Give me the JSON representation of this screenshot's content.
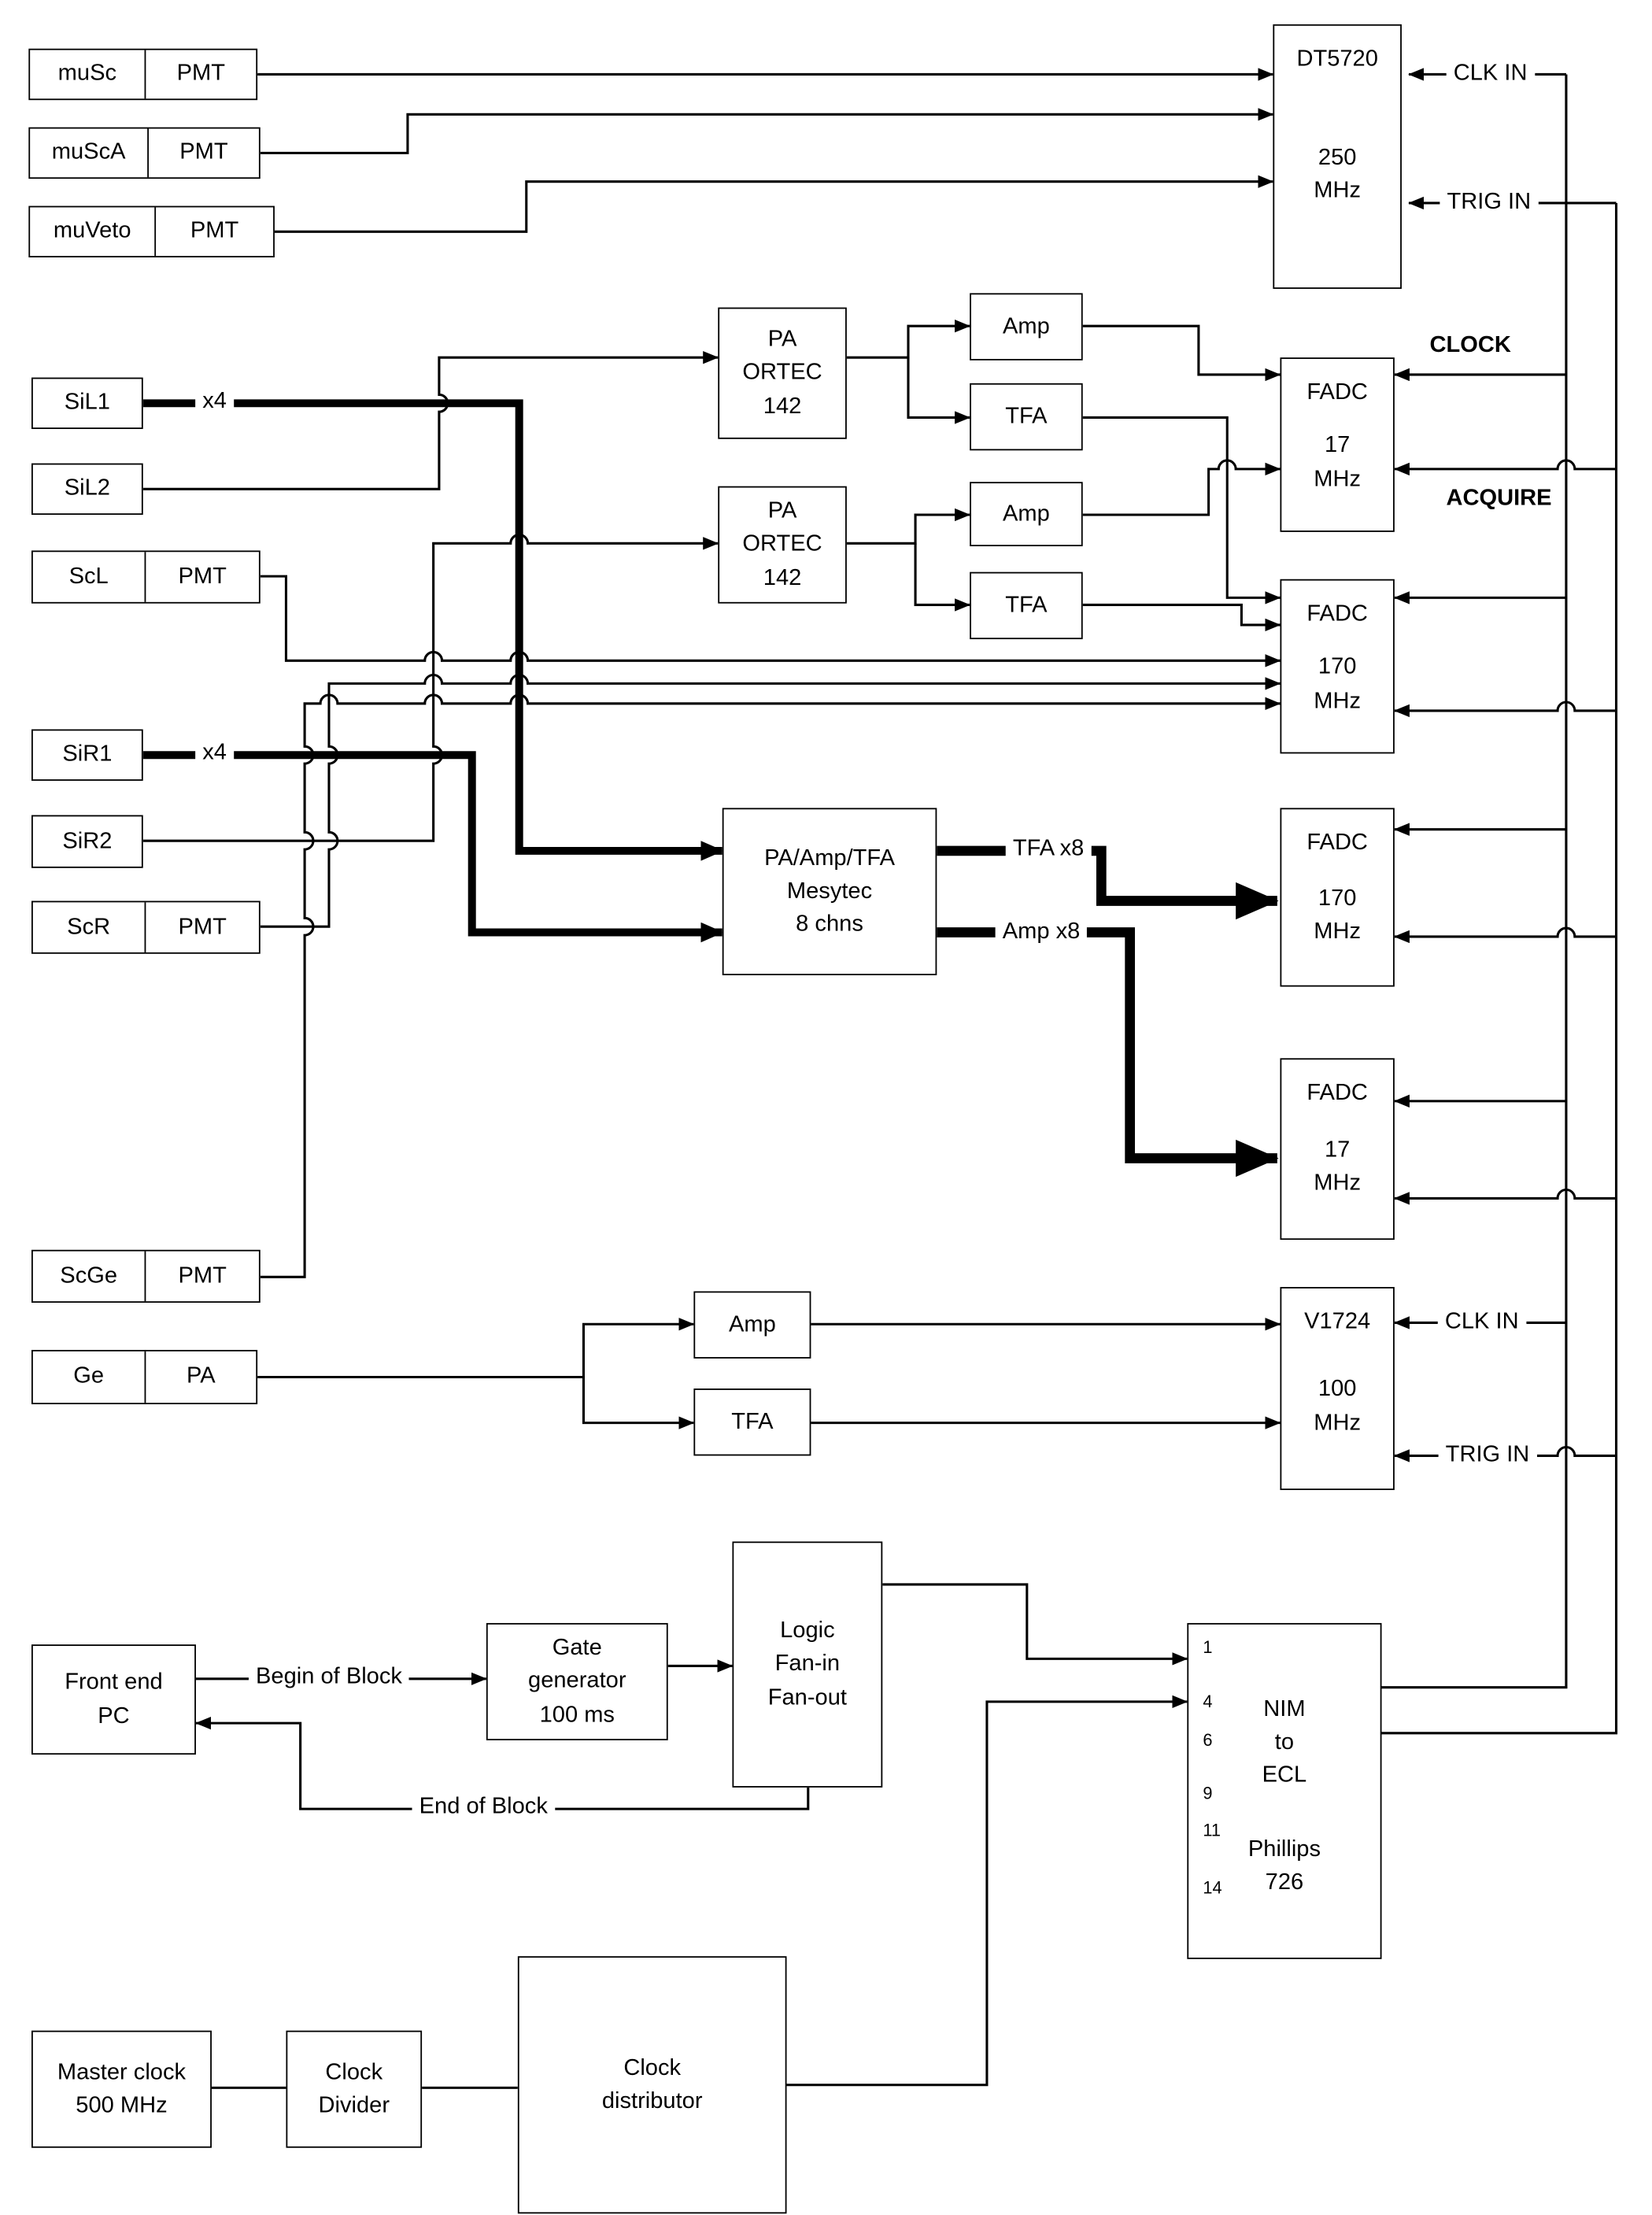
{
  "ink": "#000000",
  "boxes": {
    "musc": {
      "name": "muSc",
      "stage": "PMT"
    },
    "musca": {
      "name": "muScA",
      "stage": "PMT"
    },
    "muveto": {
      "name": "muVeto",
      "stage": "PMT"
    },
    "sil1": {
      "name": "SiL1",
      "mult": "x4"
    },
    "sil2": {
      "name": "SiL2"
    },
    "scl": {
      "name": "ScL",
      "stage": "PMT"
    },
    "sir1": {
      "name": "SiR1",
      "mult": "x4"
    },
    "sir2": {
      "name": "SiR2"
    },
    "scr": {
      "name": "ScR",
      "stage": "PMT"
    },
    "scge": {
      "name": "ScGe",
      "stage": "PMT"
    },
    "ge": {
      "name": "Ge",
      "stage": "PA"
    },
    "pa1": {
      "l1": "PA",
      "l2": "ORTEC",
      "l3": "142"
    },
    "pa2": {
      "l1": "PA",
      "l2": "ORTEC",
      "l3": "142"
    },
    "amp1": {
      "label": "Amp"
    },
    "tfa1": {
      "label": "TFA"
    },
    "amp2": {
      "label": "Amp"
    },
    "tfa2": {
      "label": "TFA"
    },
    "mesytec": {
      "l1": "PA/Amp/TFA",
      "l2": "Mesytec",
      "l3": "8 chns"
    },
    "amp3": {
      "label": "Amp"
    },
    "tfa3": {
      "label": "TFA"
    },
    "dt5720": {
      "model": "DT5720",
      "freq": "250",
      "unit": "MHz"
    },
    "fadc17a": {
      "model": "FADC",
      "freq": "17",
      "unit": "MHz"
    },
    "fadc170a": {
      "model": "FADC",
      "freq": "170",
      "unit": "MHz"
    },
    "fadc170b": {
      "model": "FADC",
      "freq": "170",
      "unit": "MHz"
    },
    "fadc17b": {
      "model": "FADC",
      "freq": "17",
      "unit": "MHz"
    },
    "v1724": {
      "model": "V1724",
      "freq": "100",
      "unit": "MHz"
    },
    "nim": {
      "l1": "NIM",
      "l2": "to",
      "l3": "ECL",
      "l4": "Phillips",
      "l5": "726",
      "channels": [
        "1",
        "4",
        "6",
        "9",
        "11",
        "14"
      ]
    },
    "frontend": {
      "l1": "Front end",
      "l2": "PC"
    },
    "gategen": {
      "l1": "Gate",
      "l2": "generator",
      "l3": "100 ms"
    },
    "logic": {
      "l1": "Logic",
      "l2": "Fan-in",
      "l3": "Fan-out"
    },
    "masterclock": {
      "l1": "Master clock",
      "l2": "500 MHz"
    },
    "clockdiv": {
      "l1": "Clock",
      "l2": "Divider"
    },
    "clockdist": {
      "l1": "Clock",
      "l2": "distributor"
    }
  },
  "labels": {
    "clk_in_dt": "CLK IN",
    "trig_in_dt": "TRIG IN",
    "clock": "CLOCK",
    "acquire": "ACQUIRE",
    "tfa_x8": "TFA x8",
    "amp_x8": "Amp x8",
    "clk_in_v1724": "CLK IN",
    "trig_in_v1724": "TRIG IN",
    "begin_block": "Begin of Block",
    "end_block": "End of Block"
  }
}
